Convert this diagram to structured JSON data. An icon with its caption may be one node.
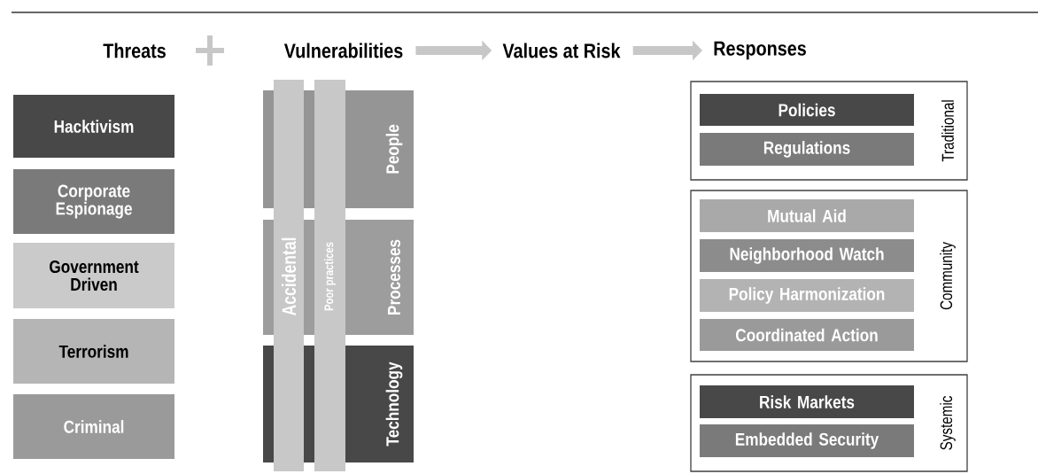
{
  "diagram": {
    "nodes": [
      {
        "text": [
          "Threats"
        ]
      },
      {
        "text": [
          "Vulnerabilities"
        ]
      },
      {
        "text": [
          "Values at Risk"
        ]
      },
      {
        "text": [
          "Responses"
        ]
      },
      {
        "text": [
          "Hacktivism"
        ]
      },
      {
        "text": [
          "Corporate Espionage"
        ]
      },
      {
        "text": [
          "Government Driven"
        ]
      },
      {
        "text": [
          "Terrorism"
        ]
      },
      {
        "text": [
          "Criminal"
        ]
      },
      {
        "text": [
          "People"
        ]
      },
      {
        "text": [
          "Processes"
        ]
      },
      {
        "text": [
          "Technology"
        ]
      },
      {
        "text": [
          "Accidental"
        ]
      },
      {
        "text": [
          "Poor practices"
        ]
      },
      {
        "text": [
          "Traditional"
        ]
      },
      {
        "text": [
          "Policies"
        ],
        "in": 14
      },
      {
        "text": [
          "Regulations"
        ],
        "in": 14
      },
      {
        "text": [
          "Community"
        ]
      },
      {
        "text": [
          "Mutual Aid"
        ],
        "in": 17
      },
      {
        "text": [
          "Neighborhood Watch"
        ],
        "in": 17
      },
      {
        "text": [
          "Policy Harmonization"
        ],
        "in": 17
      },
      {
        "text": [
          "Coordinated Action"
        ],
        "in": 17
      },
      {
        "text": [
          "Systemic"
        ]
      },
      {
        "text": [
          "Risk Markets"
        ],
        "in": 22
      },
      {
        "text": [
          "Embedded Security"
        ],
        "in": 22
      }
    ],
    "edges": [
      {
        "from": 1,
        "to": 2,
        "arrow": "to"
      },
      {
        "from": 2,
        "to": 3,
        "arrow": "to"
      }
    ]
  }
}
